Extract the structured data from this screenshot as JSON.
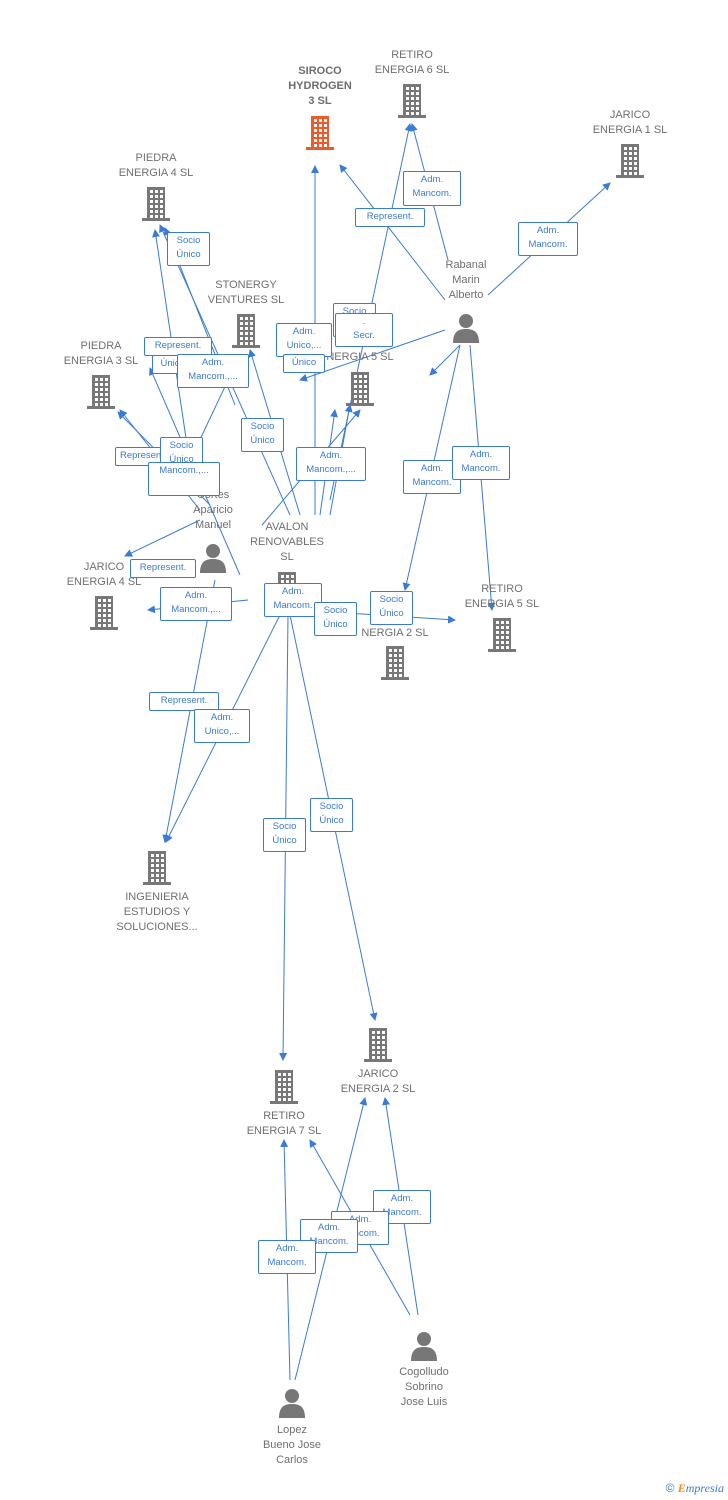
{
  "colors": {
    "edge": "#3a7bd5",
    "node": "#777777",
    "main_node": "#f05a28",
    "badge_text": "#3a7bd5"
  },
  "nodes": {
    "siroco": {
      "label": "SIROCO\nHYDROGEN\n3  SL",
      "icon": "building-icon",
      "main": true
    },
    "retiro6": {
      "label": "RETIRO\nENERGIA 6  SL",
      "icon": "building-icon"
    },
    "jarico1": {
      "label": "JARICO\nENERGIA 1  SL",
      "icon": "building-icon"
    },
    "piedra4": {
      "label": "PIEDRA\nENERGIA 4  SL",
      "icon": "building-icon"
    },
    "stonergy": {
      "label": "STONERGY\nVENTURES  SL",
      "icon": "building-icon"
    },
    "piedra3": {
      "label": "PIEDRA\nENERGIA 3  SL",
      "icon": "building-icon"
    },
    "energia5": {
      "label": "NERGIA 5  SL",
      "icon": "building-icon"
    },
    "rabanal": {
      "label": "Rabanal\nMarin\nAlberto",
      "icon": "person-icon"
    },
    "cortes": {
      "label": "Cortes\nAparicio\nManuel",
      "icon": "person-icon"
    },
    "avalon": {
      "label": "AVALON\nRENOVABLES\nSL",
      "icon": "building-icon"
    },
    "jarico4": {
      "label": "JARICO\nENERGIA 4  SL",
      "icon": "building-icon"
    },
    "energia2": {
      "label": "NERGIA 2  SL",
      "icon": "building-icon"
    },
    "retiro5": {
      "label": "RETIRO\nENERGIA 5  SL",
      "icon": "building-icon"
    },
    "ingenieria": {
      "label": "INGENIERIA\nESTUDIOS Y\nSOLUCIONES...",
      "icon": "building-icon"
    },
    "jarico2": {
      "label": "JARICO\nENERGIA 2  SL",
      "icon": "building-icon"
    },
    "retiro7": {
      "label": "RETIRO\nENERGIA 7  SL",
      "icon": "building-icon"
    },
    "cogolludo": {
      "label": "Cogolludo\nSobrino\nJose Luis",
      "icon": "person-icon"
    },
    "lopez": {
      "label": "Lopez\nBueno Jose\nCarlos",
      "icon": "person-icon"
    }
  },
  "badges": [
    {
      "text": "Adm.\nMancom."
    },
    {
      "text": "Represent."
    },
    {
      "text": "Adm.\nMancom."
    },
    {
      "text": "Socio\nÚnico"
    },
    {
      "text": "Represent."
    },
    {
      "text": "Únic"
    },
    {
      "text": "Adm.\nMancom.,..."
    },
    {
      "text": "Adm.\nUnico,..."
    },
    {
      "text": "Único"
    },
    {
      "text": "Socio\nÚnico"
    },
    {
      "text": ".\nSecr."
    },
    {
      "text": "Socio\nÚnico"
    },
    {
      "text": "Represent."
    },
    {
      "text": "Adm.\nMancom.,..."
    },
    {
      "text": "Socio\nÚnico"
    },
    {
      "text": "Mancom.,..."
    },
    {
      "text": "Adm.\nMancom."
    },
    {
      "text": "Adm.\nMancom."
    },
    {
      "text": "Represent."
    },
    {
      "text": "Adm.\nMancom.,..."
    },
    {
      "text": "Adm.\nMancom."
    },
    {
      "text": "Socio\nÚnico"
    },
    {
      "text": "Socio\nÚnico"
    },
    {
      "text": "Represent."
    },
    {
      "text": "Adm.\nUnico,..."
    },
    {
      "text": "Socio\nÚnico"
    },
    {
      "text": "Socio\nÚnico"
    },
    {
      "text": "Adm.\nMancom."
    },
    {
      "text": "Adm.\nMancom."
    },
    {
      "text": "Adm.\nMancom."
    },
    {
      "text": "Adm.\nMancom."
    }
  ],
  "footer": {
    "copyright": "©",
    "brand_e": "E",
    "brand_rest": "mpresia"
  }
}
